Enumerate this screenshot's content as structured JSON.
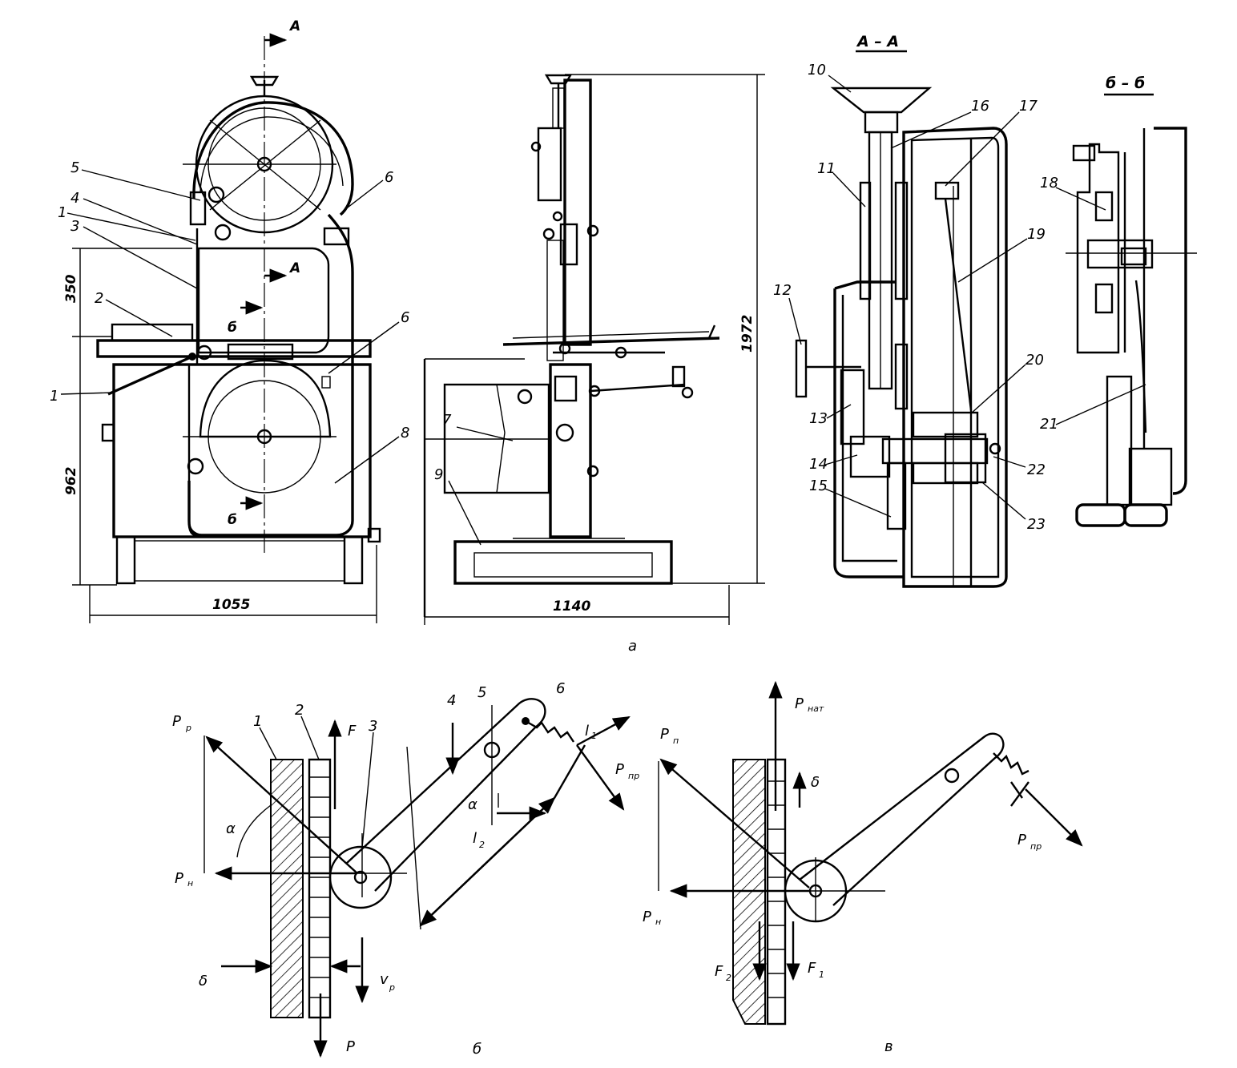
{
  "figure": {
    "view_a": {
      "section_marks": [
        "А",
        "А",
        "б",
        "б"
      ],
      "part_numbers": [
        "1",
        "2",
        "3",
        "4",
        "5",
        "6",
        "1",
        "6",
        "8"
      ],
      "dimensions": {
        "height_upper": "350",
        "height_lower": "962",
        "width": "1055"
      }
    },
    "view_side": {
      "part_numbers": [
        "7",
        "9"
      ],
      "dimensions": {
        "width": "1140",
        "height": "1972"
      }
    },
    "section_aa": {
      "title": "А – А",
      "part_numbers": [
        "10",
        "11",
        "12",
        "13",
        "14",
        "15",
        "16",
        "17",
        "19",
        "20",
        "22",
        "23"
      ]
    },
    "section_bb": {
      "title": "б – б",
      "part_numbers": [
        "18",
        "21"
      ]
    },
    "caption_a": "а",
    "diagram_b": {
      "caption": "б",
      "part_numbers": [
        "1",
        "2",
        "3",
        "4",
        "5",
        "6"
      ],
      "symbols": {
        "pr": "P",
        "pr_sub": "р",
        "pn": "P",
        "pn_sub": "н",
        "f": "F",
        "alpha1": "α",
        "alpha2": "α",
        "delta": "δ",
        "vp": "v",
        "vp_sub": "р",
        "p": "P",
        "l1": "l",
        "l1_sub": "1",
        "l2": "l",
        "l2_sub": "2",
        "ppr": "P",
        "ppr_sub": "пр"
      }
    },
    "diagram_v": {
      "caption": "в",
      "symbols": {
        "pnat": "P",
        "pnat_sub": "нат",
        "pn_top": "P",
        "pn_top_sub": "п",
        "delta": "δ",
        "pn": "P",
        "pn_sub": "н",
        "ppr": "P",
        "ppr_sub": "пр",
        "f2": "F",
        "f2_sub": "2",
        "f1": "F",
        "f1_sub": "1"
      }
    }
  }
}
